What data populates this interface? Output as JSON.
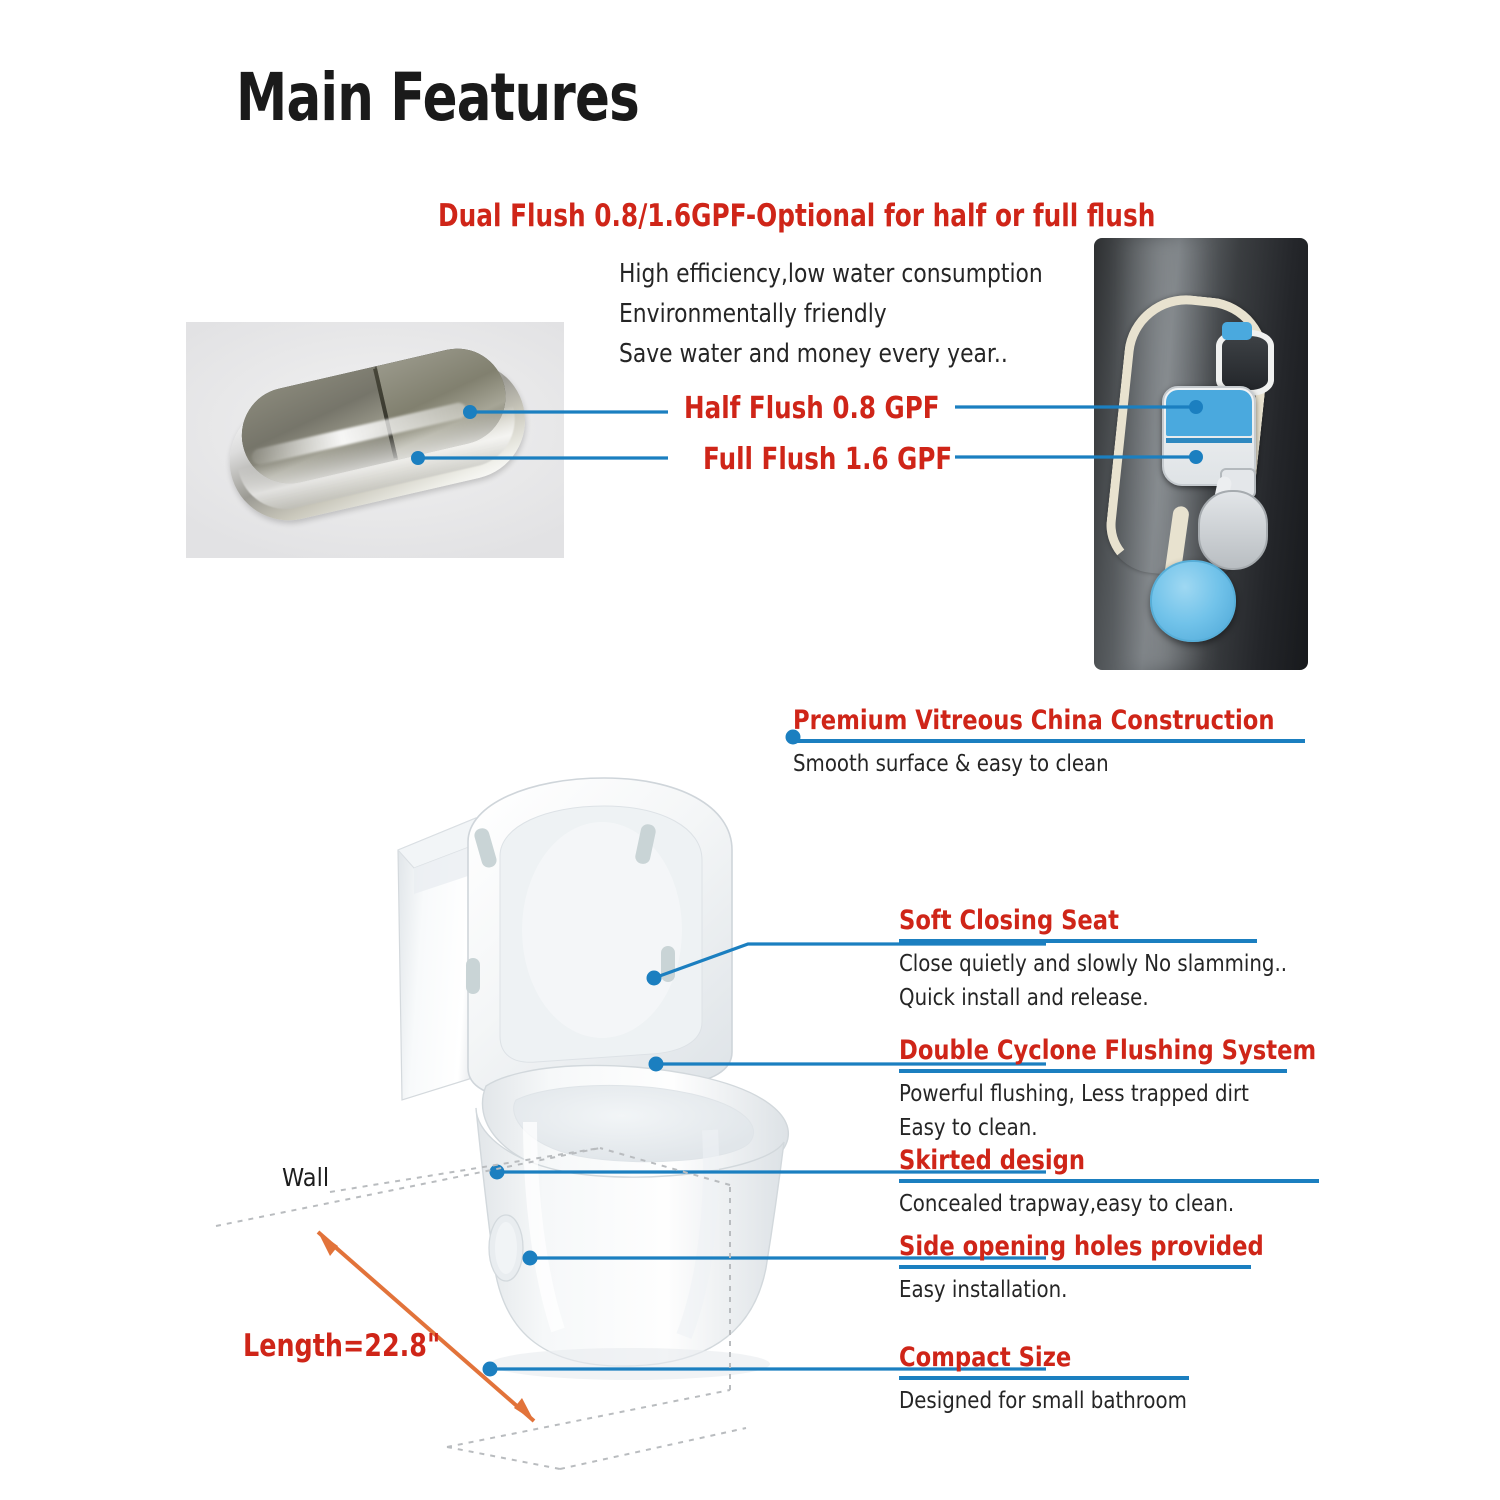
{
  "page": {
    "title": "Main Features",
    "background_color": "#ffffff"
  },
  "colors": {
    "accent_red": "#cf2518",
    "accent_blue": "#1b7fc0",
    "dimension_orange": "#e2733a",
    "text_dark": "#252525"
  },
  "dual_flush": {
    "title": "Dual Flush 0.8/1.6GPF-Optional for  half or full flush",
    "description_lines": [
      "High efficiency,low water consumption",
      "Environmentally friendly",
      "Save water and money every year.."
    ],
    "half_flush_label": "Half Flush 0.8 GPF",
    "full_flush_label": "Full Flush 1.6 GPF"
  },
  "images": {
    "flush_button": "dual-flush-button-photo",
    "tank_internals": "tank-internals-photo",
    "toilet": "one-piece-toilet-photo"
  },
  "callouts": [
    {
      "heading": "Premium Vitreous China Construction",
      "description_lines": [
        "Smooth surface &  easy to clean"
      ]
    },
    {
      "heading": "Soft Closing Seat",
      "description_lines": [
        "Close quietly and slowly No slamming..",
        "Quick install and release."
      ]
    },
    {
      "heading": "Double Cyclone Flushing System",
      "description_lines": [
        "Powerful flushing, Less trapped dirt",
        "Easy to clean."
      ]
    },
    {
      "heading": "Skirted design",
      "description_lines": [
        "Concealed trapway,easy to clean."
      ]
    },
    {
      "heading": "Side opening holes provided",
      "description_lines": [
        "Easy installation."
      ]
    },
    {
      "heading": "Compact Size",
      "description_lines": [
        "Designed for small bathroom"
      ]
    }
  ],
  "dimension": {
    "wall_label": "Wall",
    "length_label": "Length=22.8\""
  }
}
